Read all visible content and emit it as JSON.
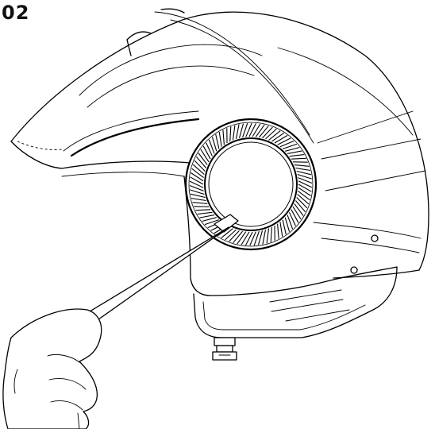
{
  "step": {
    "number": "02"
  },
  "illustration": {
    "subject": "helmet-side-cover-removal",
    "tool": "flat-screwdriver",
    "line_color": "#000000",
    "background": "#ffffff"
  }
}
